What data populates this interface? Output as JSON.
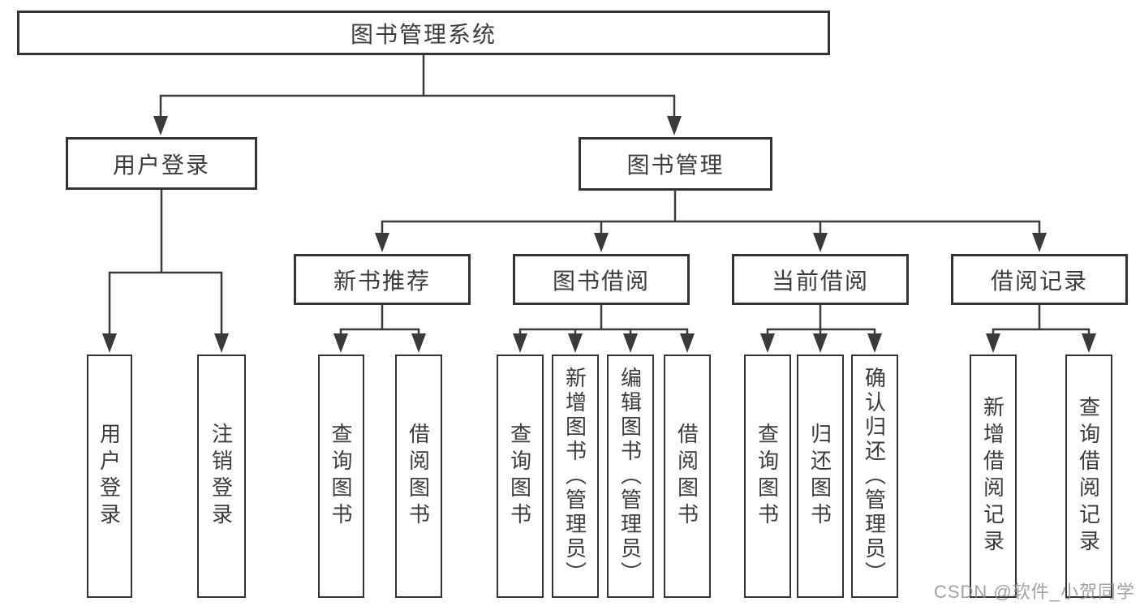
{
  "tree": {
    "label": "图书管理系统",
    "children": [
      {
        "label": "用户登录",
        "children": [
          {
            "label": "用户登录"
          },
          {
            "label": "注销登录"
          }
        ]
      },
      {
        "label": "图书管理",
        "children": [
          {
            "label": "新书推荐",
            "children": [
              {
                "label": "查询图书"
              },
              {
                "label": "借阅图书"
              }
            ]
          },
          {
            "label": "图书借阅",
            "children": [
              {
                "label": "查询图书"
              },
              {
                "label": "新增图书（管理员）"
              },
              {
                "label": "编辑图书（管理员）"
              },
              {
                "label": "借阅图书"
              }
            ]
          },
          {
            "label": "当前借阅",
            "children": [
              {
                "label": "查询图书"
              },
              {
                "label": "归还图书"
              },
              {
                "label": "确认归还（管理员）"
              }
            ]
          },
          {
            "label": "借阅记录",
            "children": [
              {
                "label": "新增借阅记录"
              },
              {
                "label": "查询借阅记录"
              }
            ]
          }
        ]
      }
    ]
  },
  "watermark": {
    "text": "CSDN @软件_小贺同学"
  },
  "colors": {
    "line": "#3a3a3a",
    "box_border": "#333333",
    "text": "#3b3b3b",
    "watermark": "#919191",
    "background": "#ffffff"
  }
}
